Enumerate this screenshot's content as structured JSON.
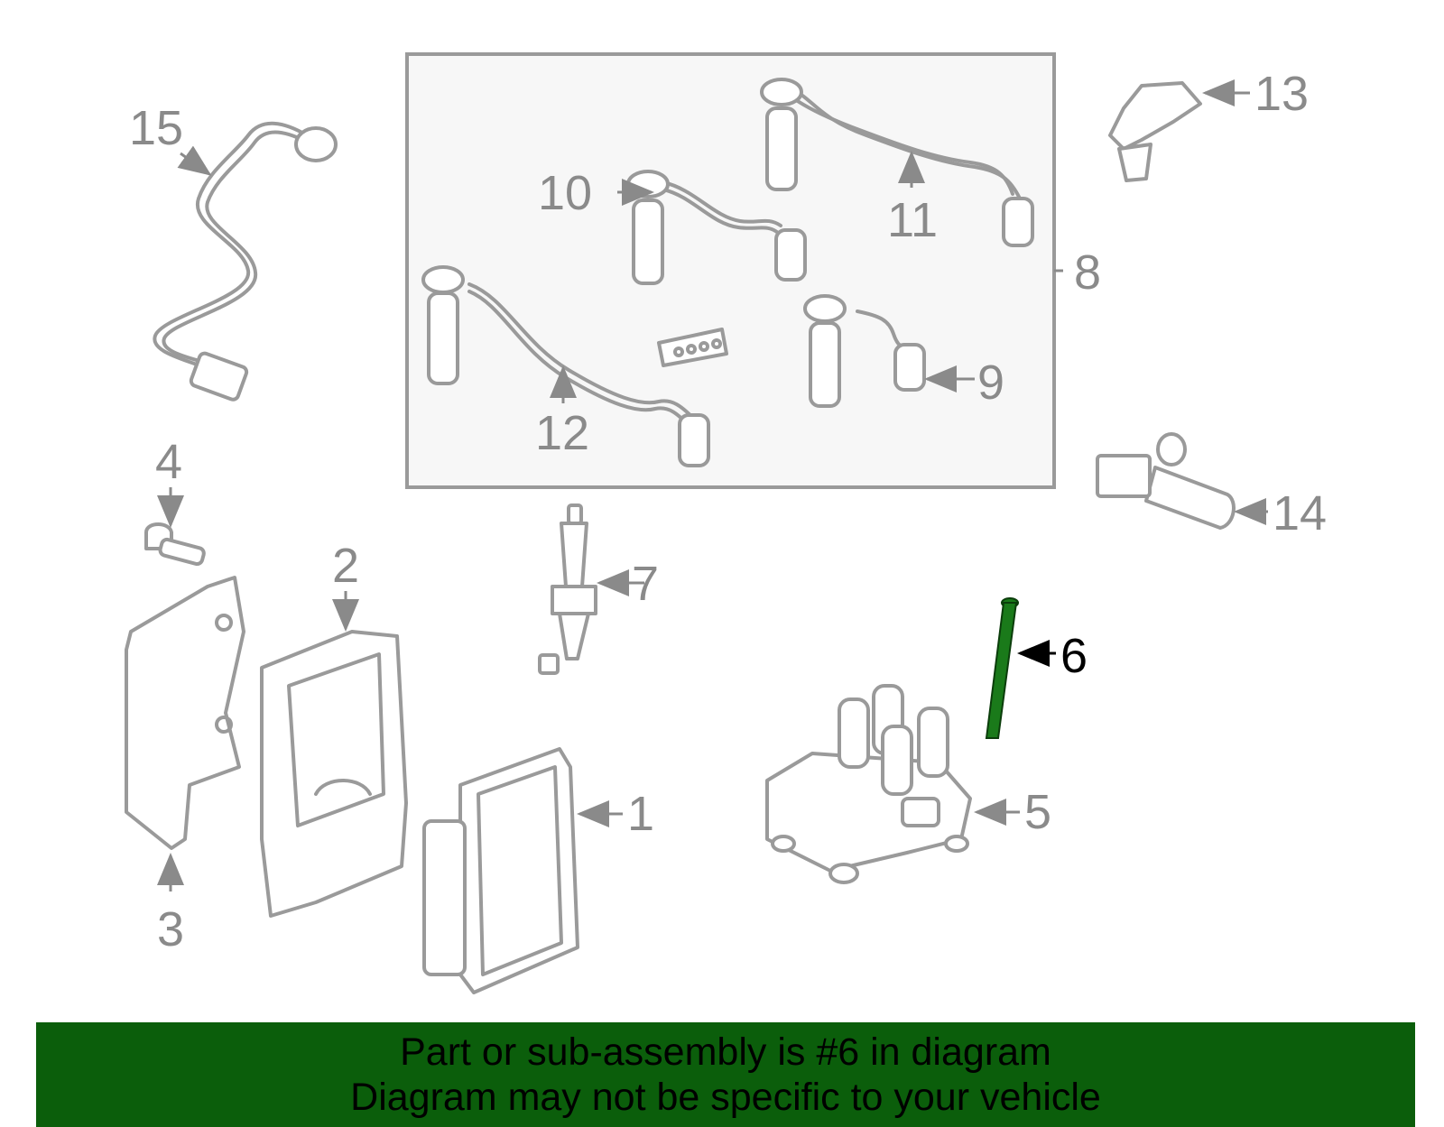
{
  "highlight_color": "#1a7a1a",
  "footer": {
    "background": "#0b5e0b",
    "line1": "Part or sub-assembly is #6 in diagram",
    "line2": "Diagram may not be specific to your vehicle"
  },
  "callouts": [
    {
      "id": "1",
      "label": "1"
    },
    {
      "id": "2",
      "label": "2"
    },
    {
      "id": "3",
      "label": "3"
    },
    {
      "id": "4",
      "label": "4"
    },
    {
      "id": "5",
      "label": "5"
    },
    {
      "id": "6",
      "label": "6",
      "highlighted": true
    },
    {
      "id": "7",
      "label": "7"
    },
    {
      "id": "8",
      "label": "8"
    },
    {
      "id": "9",
      "label": "9"
    },
    {
      "id": "10",
      "label": "10"
    },
    {
      "id": "11",
      "label": "11"
    },
    {
      "id": "12",
      "label": "12"
    },
    {
      "id": "13",
      "label": "13"
    },
    {
      "id": "14",
      "label": "14"
    },
    {
      "id": "15",
      "label": "15"
    }
  ]
}
